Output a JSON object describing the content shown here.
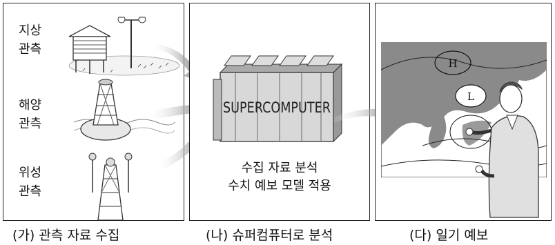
{
  "panels": [
    {
      "caption": "(가) 관측 자료 수집",
      "observations": [
        {
          "line1": "지상",
          "line2": "관측"
        },
        {
          "line1": "해양",
          "line2": "관측"
        },
        {
          "line1": "위성",
          "line2": "관측"
        }
      ]
    },
    {
      "caption": "(나) 슈퍼컴퓨터로 분석",
      "machine_text": "SUPERCOMPUTER",
      "text_line1": "수집 자료 분석",
      "text_line2": "수치 예보 모델 적용"
    },
    {
      "caption": "(다) 일기 예보",
      "high_label": "H",
      "low_label": "L"
    }
  ]
}
